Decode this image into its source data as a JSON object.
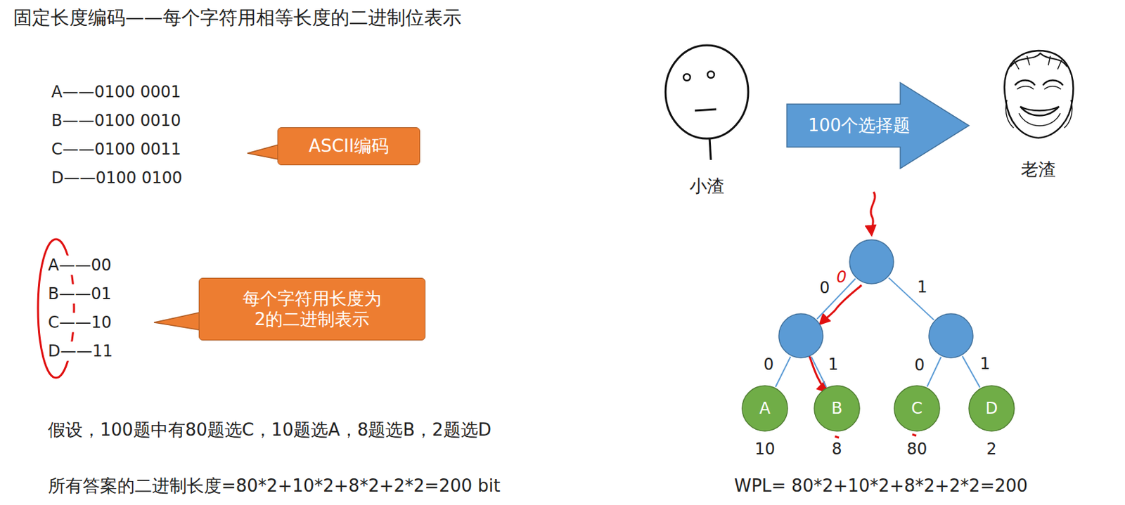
{
  "diagram": {
    "title": "固定长度编码——每个字符用相等长度的二进制位表示",
    "nodes": [
      {
        "text": [
          "ASCII编码"
        ]
      },
      {
        "text": [
          "每个字符用长度为2的二进制表示"
        ]
      },
      {
        "text": [
          "100个选择题"
        ]
      },
      {
        "text": []
      },
      {
        "text": []
      },
      {
        "text": []
      },
      {
        "text": [
          "A",
          "10"
        ]
      },
      {
        "text": [
          "B",
          "8"
        ]
      },
      {
        "text": [
          "C",
          "80"
        ]
      },
      {
        "text": [
          "D",
          "2"
        ]
      }
    ],
    "edges": [
      {
        "from": 3,
        "to": 4,
        "arrow": "none",
        "label": "0"
      },
      {
        "from": 3,
        "to": 5,
        "arrow": "none",
        "label": "1"
      },
      {
        "from": 4,
        "to": 6,
        "arrow": "none",
        "label": "0"
      },
      {
        "from": 4,
        "to": 7,
        "arrow": "none",
        "label": "1"
      },
      {
        "from": 5,
        "to": 8,
        "arrow": "none",
        "label": "0"
      },
      {
        "from": 5,
        "to": 9,
        "arrow": "none",
        "label": "1"
      }
    ],
    "labels": [
      "A——0100 0001",
      "B——0100 0010",
      "C——0100 0011",
      "D——0100 0100",
      "A——00",
      "B——01",
      "C——10",
      "D——11",
      "假设，100题中有80题选C，10题选A，8题选B，2题选D",
      "所有答案的二进制长度=80*2+10*2+8*2+2*2=200 bit",
      "小渣",
      "老渣",
      "0",
      "WPL= 80*2+10*2+8*2+2*2=200"
    ]
  }
}
